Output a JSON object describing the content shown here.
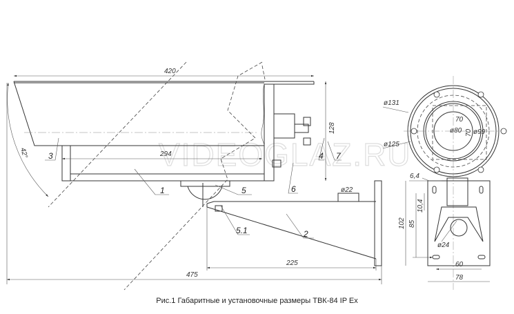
{
  "caption": "Рис.1 Габаритные и установочные размеры ТВК-84 IP Ex",
  "watermark": "VIDEOGLAZ.RU",
  "side_view": {
    "dims": {
      "length_total": "420",
      "height": "128",
      "rail": "294",
      "angle": "42°",
      "overall": "475",
      "bracket": "225",
      "hole": "ø22"
    },
    "callouts": [
      "1",
      "2",
      "3",
      "4",
      "5",
      "5.1",
      "6",
      "7"
    ]
  },
  "front_view": {
    "dims": {
      "outer": "ø131",
      "inner": "ø125",
      "w": "70",
      "h": "70",
      "lens": "ø80",
      "ring": "ø99",
      "slot": "6,4",
      "slot_h": "10,4",
      "holes_v": "85",
      "plate_h": "102",
      "bore": "ø24",
      "holes_h": "60",
      "plate_w": "78"
    }
  }
}
